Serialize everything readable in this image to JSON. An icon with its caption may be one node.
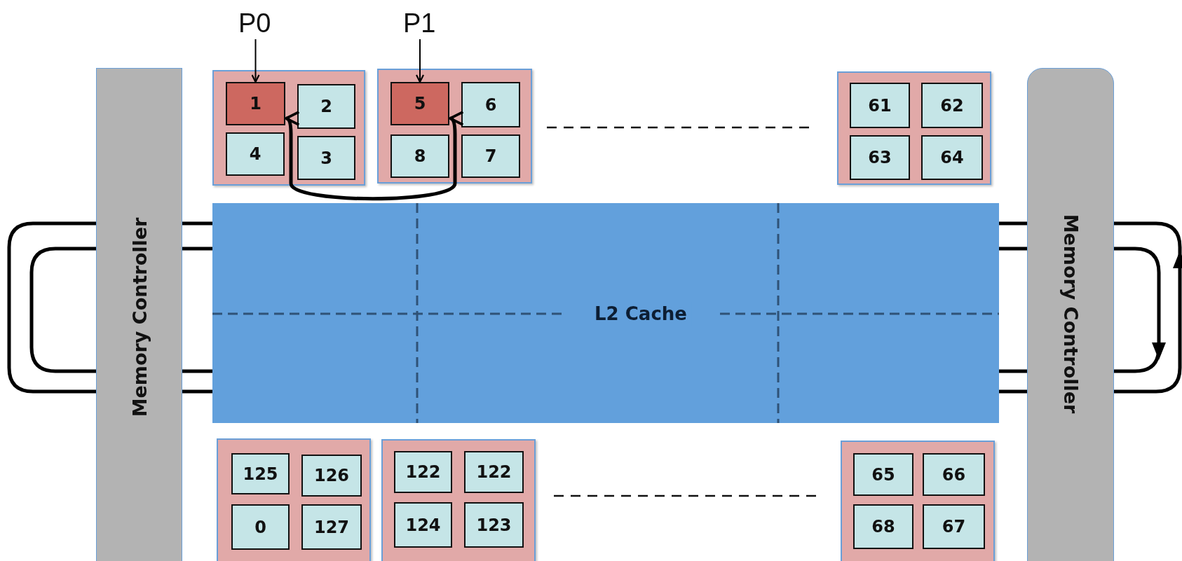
{
  "diagram": {
    "nodes": [
      {
        "text": [
          "Memory Controller"
        ]
      },
      {
        "text": [
          "P0"
        ]
      },
      {
        "text": [],
        "shape": "box"
      },
      {
        "text": [
          "1"
        ],
        "in": 2
      },
      {
        "text": [
          "2"
        ],
        "in": 2
      },
      {
        "text": [
          "4"
        ],
        "in": 2
      },
      {
        "text": [
          "3"
        ],
        "in": 2
      },
      {
        "text": [
          "P1"
        ]
      },
      {
        "text": [],
        "shape": "box"
      },
      {
        "text": [
          "5"
        ],
        "in": 8
      },
      {
        "text": [
          "6"
        ],
        "in": 8
      },
      {
        "text": [
          "8"
        ],
        "in": 8
      },
      {
        "text": [
          "7"
        ],
        "in": 8
      },
      {
        "text": [],
        "shape": "box"
      },
      {
        "text": [
          "61"
        ],
        "in": 13
      },
      {
        "text": [
          "62"
        ],
        "in": 13
      },
      {
        "text": [
          "63"
        ],
        "in": 13
      },
      {
        "text": [
          "64"
        ],
        "in": 13
      },
      {
        "text": [
          "Memory Controller"
        ]
      },
      {
        "text": [
          "L2 Cache"
        ]
      },
      {
        "text": [],
        "shape": "box"
      },
      {
        "text": [
          "125"
        ],
        "in": 20
      },
      {
        "text": [
          "126"
        ],
        "in": 20
      },
      {
        "text": [
          "0"
        ],
        "in": 20
      },
      {
        "text": [
          "127"
        ],
        "in": 20
      },
      {
        "text": [],
        "shape": "box"
      },
      {
        "text": [
          "122"
        ],
        "in": 25
      },
      {
        "text": [
          "122"
        ],
        "in": 25
      },
      {
        "text": [
          "124"
        ],
        "in": 25
      },
      {
        "text": [
          "123"
        ],
        "in": 25
      },
      {
        "text": [],
        "shape": "box"
      },
      {
        "text": [
          "65"
        ],
        "in": 30
      },
      {
        "text": [
          "66"
        ],
        "in": 30
      },
      {
        "text": [
          "68"
        ],
        "in": 30
      },
      {
        "text": [
          "67"
        ],
        "in": 30
      }
    ],
    "edges": [
      {
        "from": 1,
        "to": 3,
        "arrow": "to"
      },
      {
        "from": 7,
        "to": 9,
        "arrow": "to"
      },
      {
        "from": 3,
        "to": 9,
        "arrow": "both",
        "style": "thick"
      }
    ]
  }
}
